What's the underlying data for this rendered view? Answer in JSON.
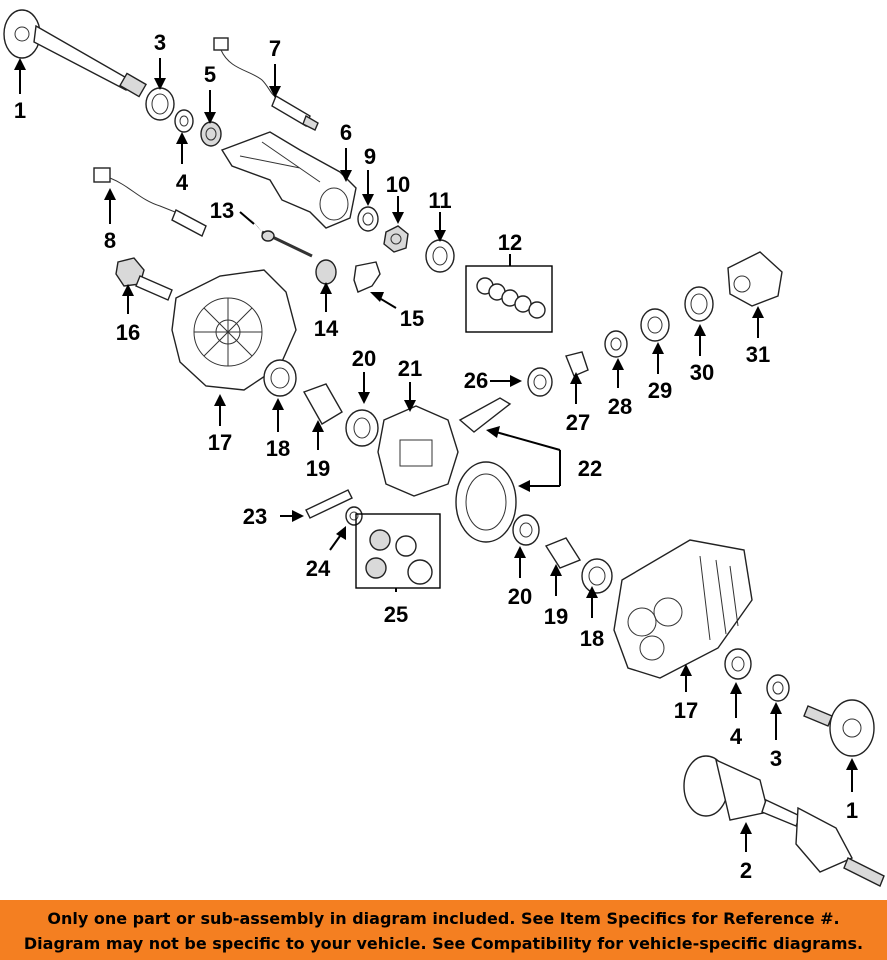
{
  "callouts": [
    "1",
    "3",
    "7",
    "5",
    "4",
    "6",
    "9",
    "10",
    "11",
    "8",
    "13",
    "12",
    "16",
    "14",
    "15",
    "31",
    "30",
    "29",
    "28",
    "17",
    "20",
    "21",
    "26",
    "27",
    "18",
    "19",
    "22",
    "23",
    "24",
    "25",
    "20",
    "19",
    "18",
    "17",
    "4",
    "3",
    "1",
    "2"
  ],
  "disclaimer": {
    "line1": "Only one part or sub-assembly in diagram included. See Item Specifics for Reference #.",
    "line2": "Diagram may not be specific to your vehicle. See Compatibility for vehicle-specific diagrams."
  },
  "colors": {
    "banner": "#f47f21",
    "text": "#000000",
    "background": "#ffffff"
  }
}
